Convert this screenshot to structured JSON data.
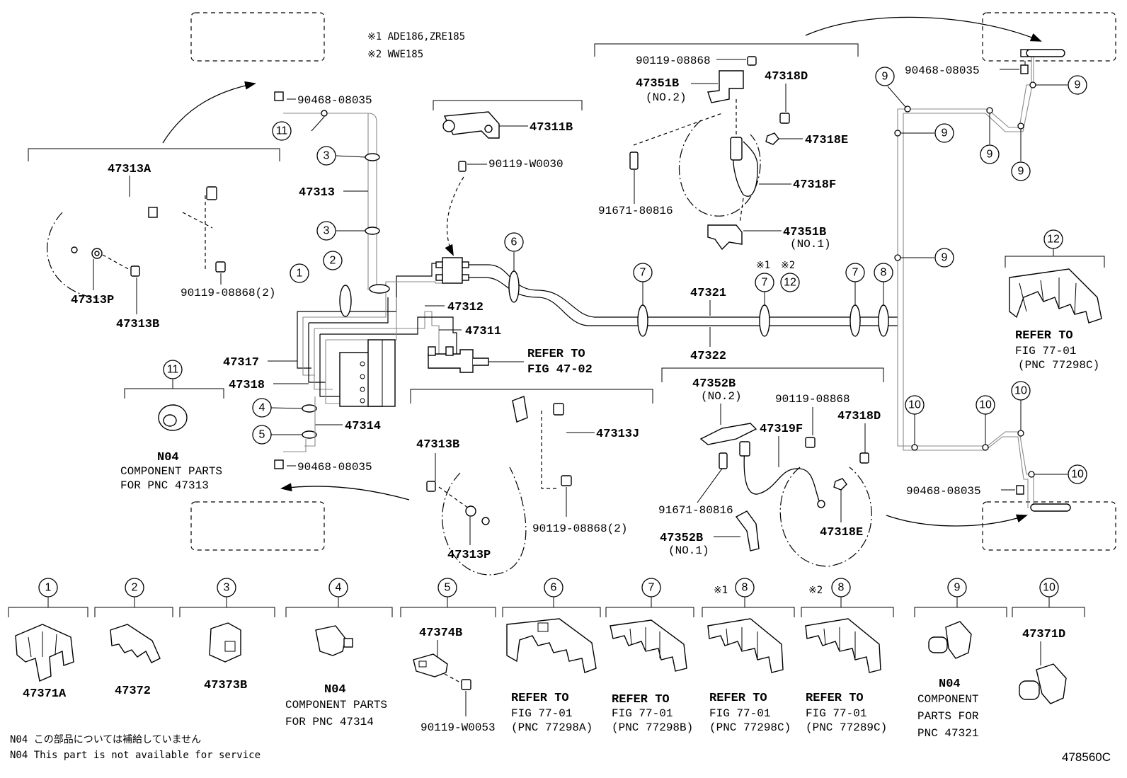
{
  "notes": {
    "variant1": "※1 ADE186,ZRE185",
    "variant2": "※2 WWE185",
    "footer_jp": "N04 この部品については補給していません",
    "footer_en": "N04 This part is not available for service",
    "figure_id": "478560C"
  },
  "parts": {
    "p47313A": "47313A",
    "p47313P_a": "47313P",
    "p47313B_a": "47313B",
    "p90119_08868_2a": "90119-08868(2)",
    "p90468_08035_a": "90468-08035",
    "p47313": "47313",
    "p47317": "47317",
    "p47318": "47318",
    "p47314": "47314",
    "p47312": "47312",
    "p47311": "47311",
    "p47311B": "47311B",
    "p90119_W0030": "90119-W0030",
    "p90468_08035_b": "90468-08035",
    "p47313B_b": "47313B",
    "p47313J": "47313J",
    "p90119_08868_2b": "90119-08868(2)",
    "p47313P_b": "47313P",
    "p90119_08868_a": "90119-08868",
    "p47351B_a": "47351B",
    "no2_a": "(NO.2)",
    "p47318D_a": "47318D",
    "p47318E_a": "47318E",
    "p47318F": "47318F",
    "p91671_80816_a": "91671-80816",
    "p47351B_b": "47351B",
    "no1_a": "(NO.1)",
    "p47321": "47321",
    "p47322": "47322",
    "mark1": "※1",
    "mark2": "※2",
    "p47352B_a": "47352B",
    "no2_b": "(NO.2)",
    "p90119_08868_b": "90119-08868",
    "p47319F": "47319F",
    "p47318D_b": "47318D",
    "p91671_80816_b": "91671-80816",
    "p47352B_b": "47352B",
    "no1_b": "(NO.1)",
    "p47318E_b": "47318E",
    "p90468_08035_c": "90468-08035",
    "p90468_08035_d": "90468-08035",
    "p47371A": "47371A",
    "p47372": "47372",
    "p47373B": "47373B",
    "p47374B": "47374B",
    "p90119_W0053": "90119-W0053",
    "p47371D": "47371D"
  },
  "refer": {
    "fig4702_l1": "REFER TO",
    "fig4702_l2": "FIG 47-02",
    "c12_l1": "REFER TO",
    "c12_l2": "FIG 77-01",
    "c12_l3": "(PNC 77298C)",
    "c6_l1": "REFER TO",
    "c6_l2": "FIG 77-01",
    "c6_l3": "(PNC 77298A)",
    "c7_l1": "REFER TO",
    "c7_l2": "FIG 77-01",
    "c7_l3": "(PNC 77298B)",
    "c8a_l1": "REFER TO",
    "c8a_l2": "FIG 77-01",
    "c8a_l3": "(PNC 77298C)",
    "c8b_l1": "REFER TO",
    "c8b_l2": "FIG 77-01",
    "c8b_l3": "(PNC 77289C)"
  },
  "components": {
    "n04_a": "N04",
    "a_l1": "COMPONENT PARTS",
    "a_l2": "FOR PNC 47313",
    "n04_b": "N04",
    "b_l1": "COMPONENT PARTS",
    "b_l2": "FOR PNC 47314",
    "n04_c": "N04",
    "c_l1": "COMPONENT",
    "c_l2": "PARTS FOR",
    "c_l3": "PNC 47321"
  },
  "callouts": {
    "c1": "1",
    "c2": "2",
    "c3": "3",
    "c4": "4",
    "c5": "5",
    "c6": "6",
    "c7": "7",
    "c8": "8",
    "c9": "9",
    "c10": "10",
    "c11": "11",
    "c12": "12"
  }
}
